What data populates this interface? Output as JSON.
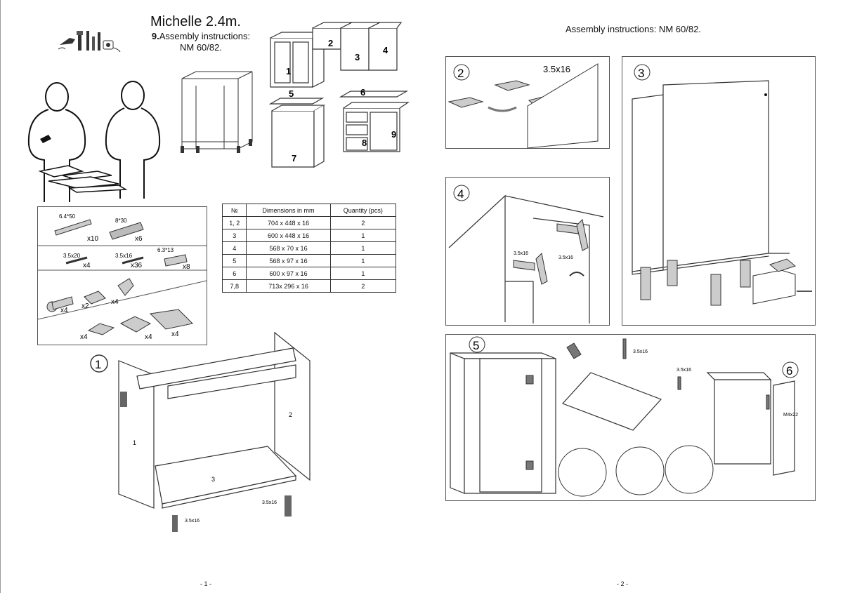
{
  "left_page": {
    "title": "Michelle 2.4m.",
    "subtitle_prefix": "9.",
    "subtitle": "Assembly instructions:",
    "model": "NM 60/82.",
    "page_number": "- 1 -",
    "table": {
      "headers": [
        "№",
        "Dimensions in mm",
        "Quantity  (pcs)"
      ],
      "rows": [
        [
          "1, 2",
          "704 x 448 x 16",
          "2"
        ],
        [
          "3",
          "600 x 448 x 16",
          "1"
        ],
        [
          "4",
          "568 x 70 x 16",
          "1"
        ],
        [
          "5",
          "568 x 97 x 16",
          "1"
        ],
        [
          "6",
          "600 x 97 x 16",
          "1"
        ],
        [
          "7,8",
          "713x 296 x 16",
          "2"
        ]
      ]
    },
    "hardware": {
      "screw_6x50": "6.4*50",
      "qty_screw_6x50": "x10",
      "dowel_8x30": "8*30",
      "qty_dowel": "x6",
      "screw_35x20": "3.5x20",
      "qty_35x20": "x4",
      "screw_35x16": "3.5x16",
      "qty_35x16": "x36",
      "anchor_63x13": "6.3*13",
      "qty_anchor": "x8",
      "qty_leg": "x4",
      "qty_clip": "x2",
      "qty_bracket": "x4",
      "qty_plate": "x4",
      "qty_hingebase": "x4",
      "qty_hinge": "x4"
    },
    "cabinet_numbers": {
      "n1": "1",
      "n2": "2",
      "n3": "3",
      "n4": "4",
      "n5": "5",
      "n6": "6",
      "n7": "7",
      "n8": "8",
      "n9": "9"
    },
    "step1": {
      "number": "1",
      "panel1": "1",
      "panel2": "2",
      "panel3": "3",
      "screw1": "3.5x16",
      "screw2": "3.5x16"
    }
  },
  "right_page": {
    "title": "Assembly instructions: NM 60/82.",
    "page_number": "- 2 -",
    "steps": {
      "s2": "2",
      "s2_screw": "3.5x16",
      "s3": "3",
      "s4": "4",
      "s4_screw1": "3.5x16",
      "s4_screw2": "3.5x16",
      "s5": "5",
      "s5_screw1": "3.5x16",
      "s5_screw2": "3.5x16",
      "s6": "6",
      "s6_screw": "M4x22"
    }
  }
}
